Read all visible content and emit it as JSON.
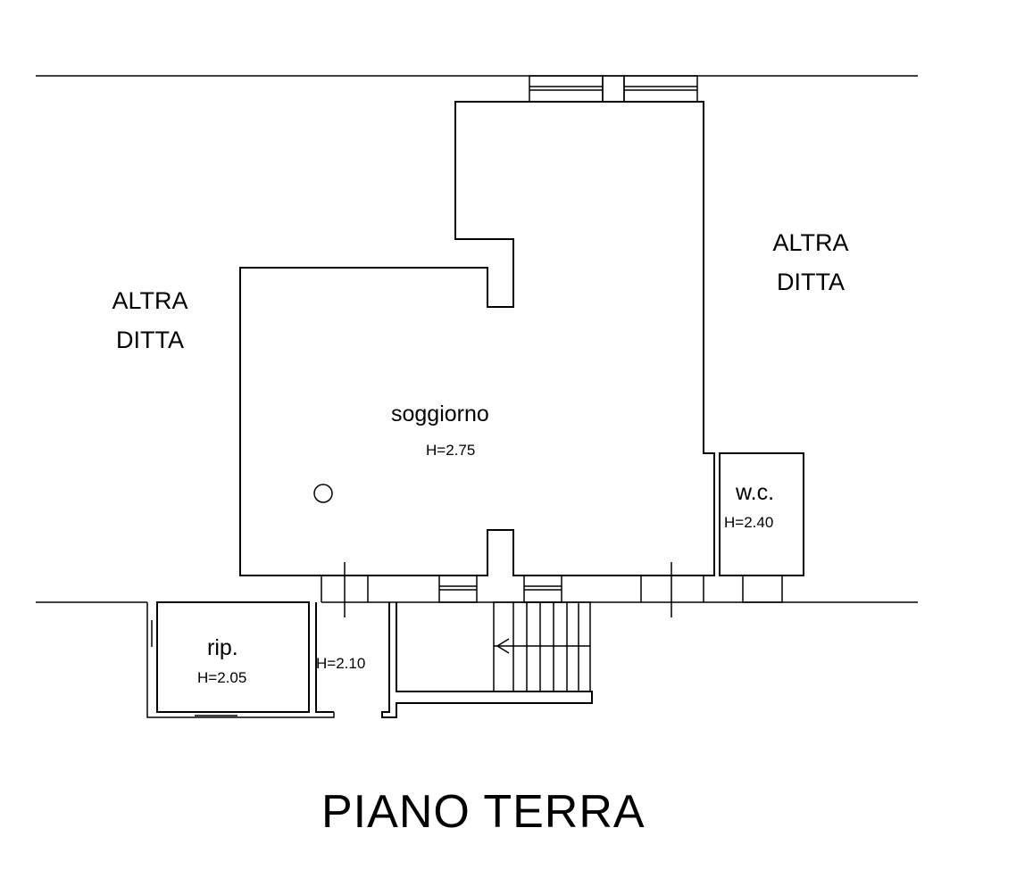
{
  "labels": {
    "left_neighbor": "ALTRA\nDITTA",
    "right_neighbor": "ALTRA\nDITTA",
    "title": "PIANO TERRA"
  },
  "rooms": {
    "soggiorno": {
      "name": "soggiorno",
      "height": "H=2.75"
    },
    "wc": {
      "name": "w.c.",
      "height": "H=2.40"
    },
    "rip": {
      "name": "rip.",
      "height": "H=2.05"
    },
    "passage": {
      "height": "H=2.10"
    }
  }
}
